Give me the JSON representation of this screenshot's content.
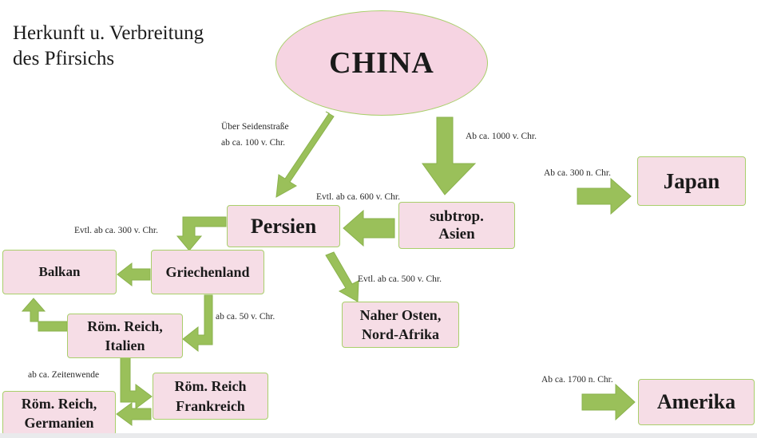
{
  "title": {
    "line1": "Herkunft u. Verbreitung",
    "line2": "des Pfirsichs"
  },
  "nodes": {
    "china": "CHINA",
    "japan": "Japan",
    "persien": "Persien",
    "subtrop_asien": "subtrop.\nAsien",
    "balkan": "Balkan",
    "griechenland": "Griechenland",
    "rom_italien": "Röm. Reich,\nItalien",
    "naher_osten": "Naher Osten,\nNord-Afrika",
    "rom_frankreich": "Röm. Reich\nFrankreich",
    "rom_germanien": "Röm. Reich,\nGermanien",
    "amerika": "Amerika"
  },
  "labels": {
    "seidenstrasse": "Über Seidenstraße\nab ca. 100 v. Chr.",
    "china_subtrop": "Ab ca. 1000 v. Chr.",
    "japan": "Ab ca. 300 n. Chr.",
    "subtrop_persien": "Evtl. ab ca. 600 v. Chr.",
    "persien_griechenland": "Evtl. ab ca. 300 v. Chr.",
    "persien_nahost": "Evtl. ab ca. 500 v. Chr.",
    "griechenland_rom": "ab ca. 50 v. Chr.",
    "rom_frankreich": "ab ca. Zeitenwende",
    "amerika": "Ab ca. 1700 n. Chr."
  },
  "colors": {
    "arrow": "#9ac05a",
    "node_fill": "#f6dde6",
    "node_border": "#a9cf6b"
  }
}
